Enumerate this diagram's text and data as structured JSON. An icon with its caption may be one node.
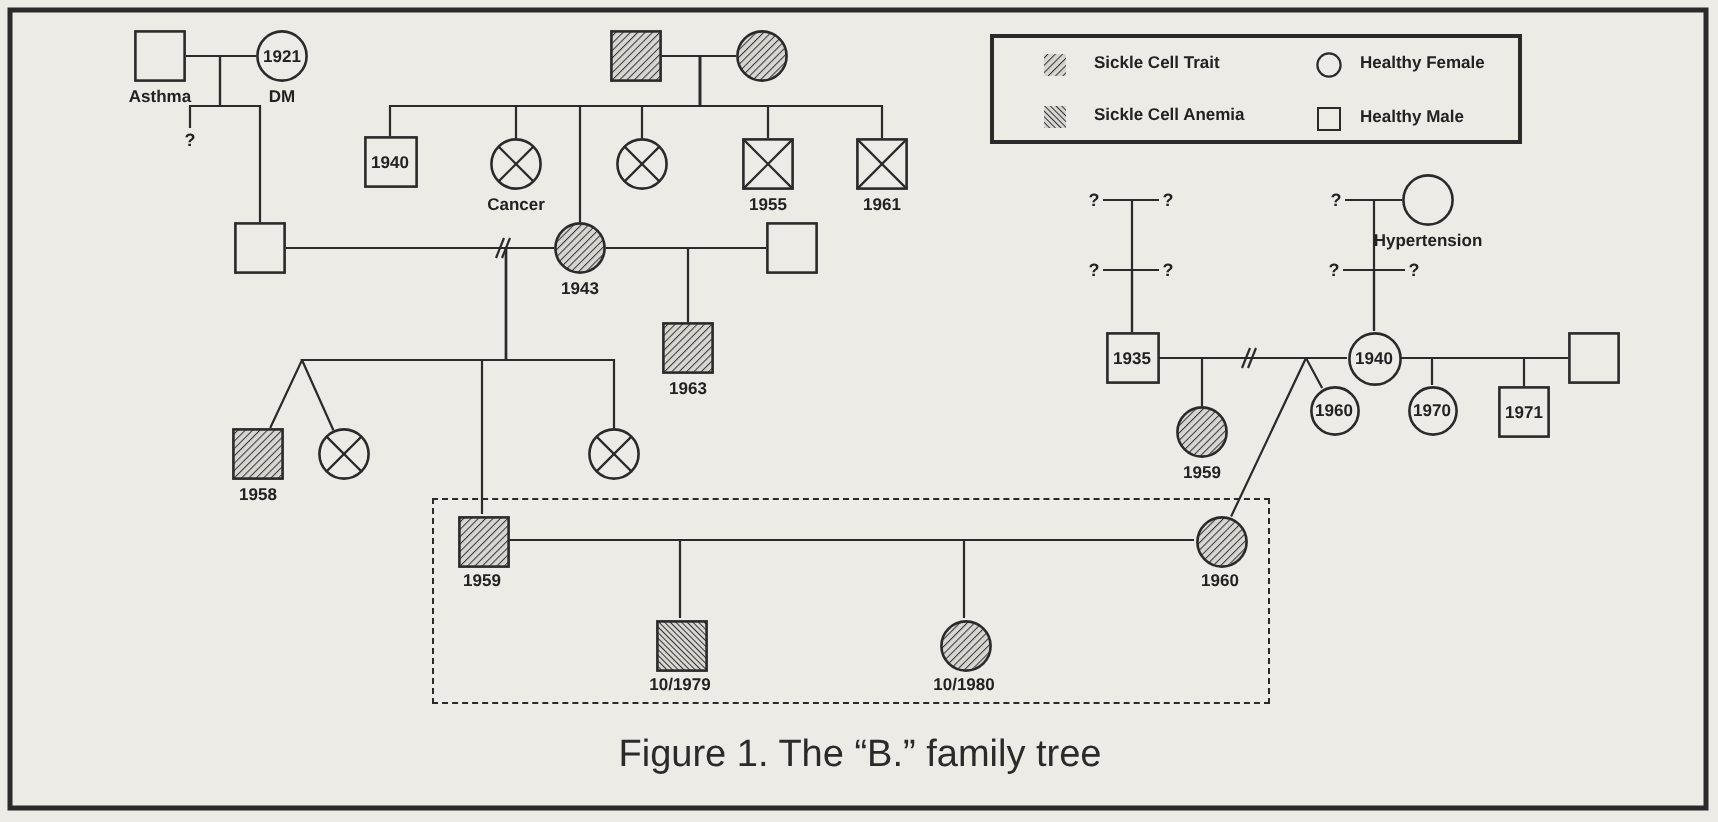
{
  "diagram": {
    "caption": "Figure 1. The “B.” family tree",
    "nodes": [
      {
        "text": [],
        "shape": "box",
        "beside": [
          "Asthma"
        ]
      },
      {
        "text": [
          "1921"
        ],
        "beside": [
          "DM"
        ]
      },
      {
        "text": [
          "?"
        ]
      },
      {
        "text": [],
        "shape": "box"
      },
      {
        "text": [],
        "shape": "box"
      },
      {
        "text": [],
        "shape": "circle"
      },
      {
        "text": [
          "1940"
        ]
      },
      {
        "text": [],
        "shape": "circle",
        "beside": [
          "Cancer"
        ]
      },
      {
        "text": [],
        "shape": "circle",
        "beside": [
          "1943"
        ]
      },
      {
        "text": [],
        "shape": "circle"
      },
      {
        "text": [],
        "shape": "box",
        "beside": [
          "1955"
        ]
      },
      {
        "text": [],
        "shape": "box",
        "beside": [
          "1961"
        ]
      },
      {
        "text": [],
        "shape": "box"
      },
      {
        "text": [],
        "shape": "box",
        "beside": [
          "1963"
        ]
      },
      {
        "text": [],
        "shape": "box",
        "beside": [
          "1958"
        ]
      },
      {
        "text": [],
        "shape": "circle"
      },
      {
        "text": [],
        "shape": "circle"
      },
      {
        "text": [],
        "shape": "box"
      },
      {
        "text": [],
        "shape": "box",
        "beside": [
          "1959"
        ],
        "in": 17
      },
      {
        "text": [],
        "shape": "circle",
        "beside": [
          "1960"
        ],
        "in": 17
      },
      {
        "text": [],
        "shape": "box",
        "beside": [
          "10/1979"
        ],
        "in": 17
      },
      {
        "text": [],
        "shape": "circle",
        "beside": [
          "10/1980"
        ],
        "in": 17
      },
      {
        "text": [
          "?"
        ]
      },
      {
        "text": [
          "?"
        ]
      },
      {
        "text": [
          "?"
        ]
      },
      {
        "text": [
          "?"
        ]
      },
      {
        "text": [
          "?"
        ]
      },
      {
        "text": [],
        "shape": "circle",
        "beside": [
          "Hypertension"
        ]
      },
      {
        "text": [
          "?"
        ]
      },
      {
        "text": [
          "?"
        ]
      },
      {
        "text": [
          "1935"
        ]
      },
      {
        "text": [
          "1940"
        ]
      },
      {
        "text": [],
        "shape": "circle",
        "beside": [
          "1959"
        ]
      },
      {
        "text": [
          "1960"
        ]
      },
      {
        "text": [
          "1970"
        ]
      },
      {
        "text": [
          "1971"
        ]
      },
      {
        "text": [],
        "shape": "box"
      }
    ],
    "edges": [
      {
        "from": 0,
        "to": 1,
        "arrow": "none"
      },
      {
        "from": 0,
        "to": 2,
        "arrow": "none"
      },
      {
        "from": 0,
        "to": 3,
        "arrow": "none"
      },
      {
        "from": 4,
        "to": 5,
        "arrow": "none"
      },
      {
        "from": 4,
        "to": 6,
        "arrow": "none"
      },
      {
        "from": 4,
        "to": 7,
        "arrow": "none"
      },
      {
        "from": 4,
        "to": 8,
        "arrow": "none"
      },
      {
        "from": 4,
        "to": 9,
        "arrow": "none"
      },
      {
        "from": 4,
        "to": 10,
        "arrow": "none"
      },
      {
        "from": 4,
        "to": 11,
        "arrow": "none"
      },
      {
        "from": 3,
        "to": 8,
        "arrow": "none"
      },
      {
        "from": 8,
        "to": 12,
        "arrow": "none"
      },
      {
        "from": 8,
        "to": 13,
        "arrow": "none"
      },
      {
        "from": 3,
        "to": 14,
        "arrow": "none"
      },
      {
        "from": 3,
        "to": 15,
        "arrow": "none"
      },
      {
        "from": 3,
        "to": 18,
        "arrow": "none"
      },
      {
        "from": 3,
        "to": 16,
        "arrow": "none"
      },
      {
        "from": 18,
        "to": 19,
        "arrow": "none"
      },
      {
        "from": 18,
        "to": 20,
        "arrow": "none"
      },
      {
        "from": 18,
        "to": 21,
        "arrow": "none"
      },
      {
        "from": 22,
        "to": 23,
        "arrow": "none"
      },
      {
        "from": 24,
        "to": 25,
        "arrow": "none"
      },
      {
        "from": 22,
        "to": 30,
        "arrow": "none"
      },
      {
        "from": 24,
        "to": 30,
        "arrow": "none"
      },
      {
        "from": 26,
        "to": 27,
        "arrow": "none"
      },
      {
        "from": 28,
        "to": 29,
        "arrow": "none"
      },
      {
        "from": 26,
        "to": 31,
        "arrow": "none"
      },
      {
        "from": 28,
        "to": 31,
        "arrow": "none"
      },
      {
        "from": 30,
        "to": 31,
        "arrow": "none"
      },
      {
        "from": 30,
        "to": 32,
        "arrow": "none"
      },
      {
        "from": 30,
        "to": 19,
        "arrow": "none"
      },
      {
        "from": 30,
        "to": 33,
        "arrow": "none"
      },
      {
        "from": 31,
        "to": 36,
        "arrow": "none"
      },
      {
        "from": 36,
        "to": 34,
        "arrow": "none"
      },
      {
        "from": 36,
        "to": 35,
        "arrow": "none"
      }
    ],
    "legend": [
      {
        "text": "Sickle Cell Trait"
      },
      {
        "text": "Healthy Female"
      },
      {
        "text": "Sickle Cell Anemia"
      },
      {
        "text": "Healthy Male"
      }
    ]
  }
}
